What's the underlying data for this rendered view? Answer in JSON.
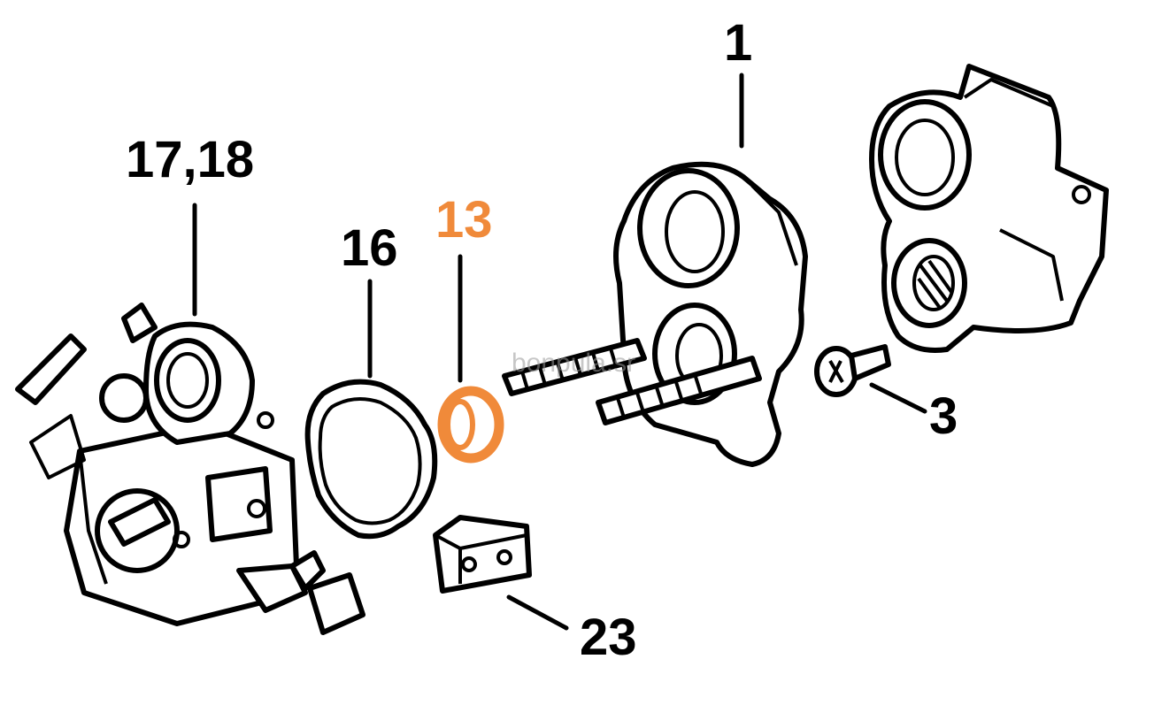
{
  "diagram": {
    "labels": {
      "part_17_18": "17,18",
      "part_16": "16",
      "part_13": "13",
      "part_1": "1",
      "part_3": "3",
      "part_23": "23"
    },
    "watermark": "bonpula.sr",
    "highlight_color": "#f08a3a"
  }
}
